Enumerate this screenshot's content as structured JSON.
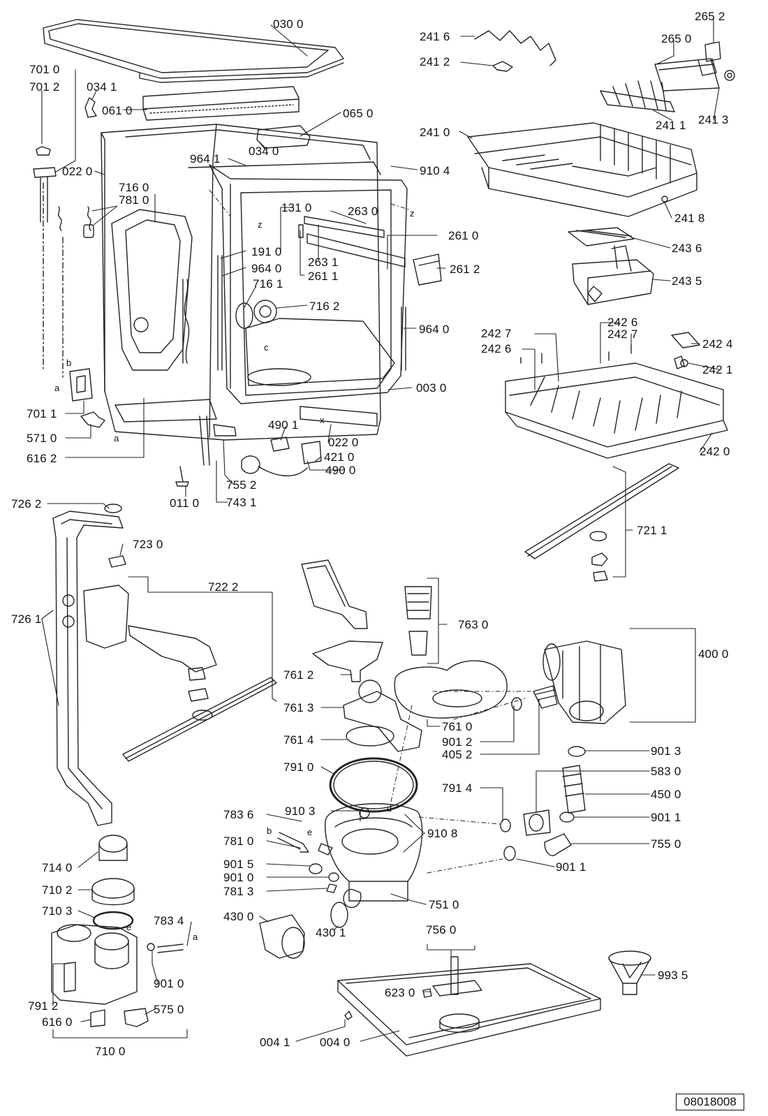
{
  "diagram": {
    "drawing_code": "08018008",
    "part_labels": [
      "030 0",
      "701 0",
      "701 2",
      "034 1",
      "061 0",
      "065 0",
      "034 0",
      "022 0",
      "964 1",
      "716 0",
      "781 0",
      "910 4",
      "131 0",
      "263 0",
      "261 0",
      "191 0",
      "964 0",
      "263 1",
      "261 1",
      "261 2",
      "716 1",
      "716 2",
      "964 0",
      "003 0",
      "701 1",
      "571 0",
      "616 2",
      "490 1",
      "421 0",
      "022 0",
      "490 0",
      "755 2",
      "743 1",
      "011 0",
      "241 6",
      "265 2",
      "265 0",
      "241 2",
      "241 1",
      "241 3",
      "241 0",
      "241 8",
      "243 6",
      "243 5",
      "242 6",
      "242 7",
      "242 7",
      "242 6",
      "242 4",
      "242 1",
      "242 0",
      "726 2",
      "723 0",
      "722 2",
      "726 1",
      "721 1",
      "763 0",
      "761 2",
      "400 0",
      "761 3",
      "761 0",
      "901 2",
      "405 2",
      "761 4",
      "791 0",
      "901 3",
      "583 0",
      "791 4",
      "450 0",
      "783 6",
      "910 3",
      "910 8",
      "901 1",
      "781 0",
      "755 0",
      "901 5",
      "901 0",
      "781 3",
      "751 0",
      "901 1",
      "714 0",
      "710 2",
      "710 3",
      "783 4",
      "430 0",
      "430 1",
      "756 0",
      "901 0",
      "623 0",
      "993 5",
      "791 2",
      "575 0",
      "616 0",
      "004 1",
      "004 0",
      "710 0"
    ],
    "connector_letters": [
      "b",
      "a",
      "a",
      "z",
      "z",
      "c",
      "x",
      "b",
      "e",
      "d",
      "e",
      "a"
    ]
  }
}
